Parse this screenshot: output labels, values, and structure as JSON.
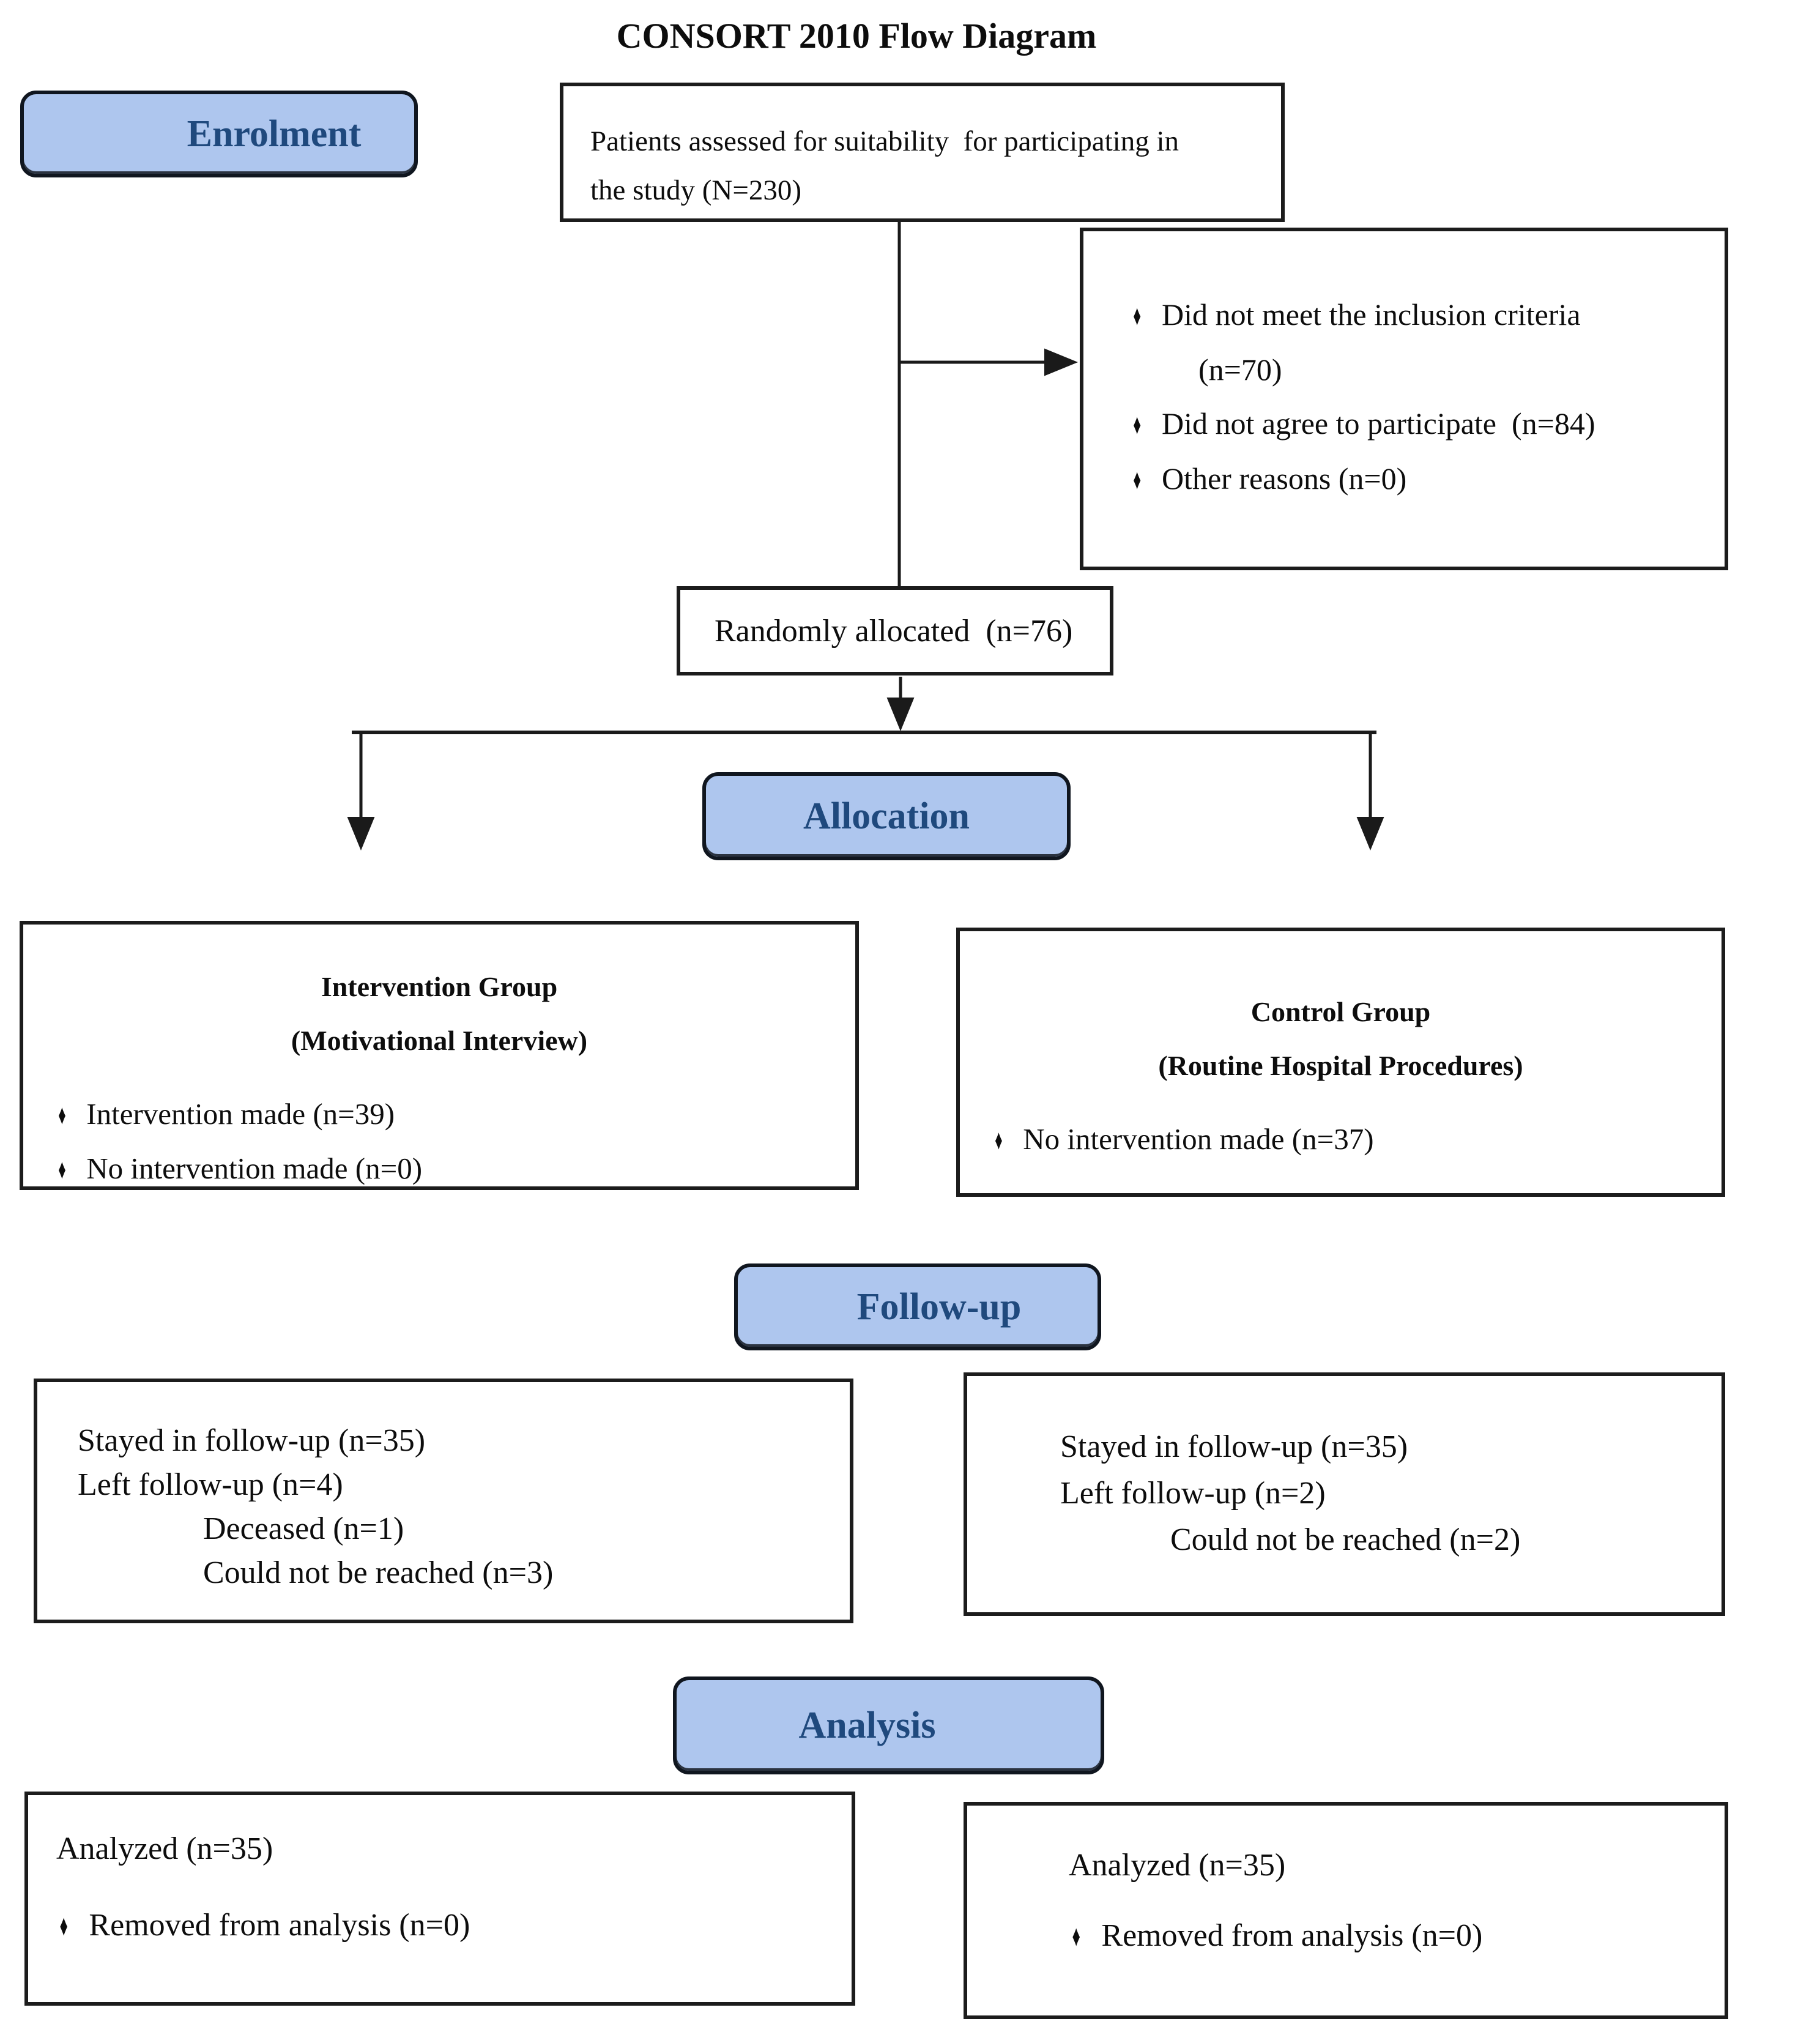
{
  "title": "CONSORT 2010 Flow Diagram",
  "glyphs": {
    "bullet": "♦"
  },
  "colors": {
    "stage_fill": "#aec6ee",
    "stage_text": "#1f497d",
    "line": "#1a1a1a",
    "box_border": "#1c1c1c"
  },
  "stage_labels": {
    "enrolment": "Enrolment",
    "allocation": "Allocation",
    "followup": "Follow-up",
    "analysis": "Analysis"
  },
  "assessed_box": {
    "line1": "Patients assessed for suitability  for participating in",
    "line2": "the study (N=230)"
  },
  "excluded_box": {
    "item1": "Did not meet the inclusion criteria",
    "item1_cont": "(n=70)",
    "item2": "Did not agree to participate  (n=84)",
    "item3": "Other reasons (n=0)"
  },
  "randomized_box": {
    "text": "Randomly allocated  (n=76)"
  },
  "intervention_box": {
    "title1": "Intervention Group",
    "title2": "(Motivational Interview)",
    "item1": "Intervention made (n=39)",
    "item2": "No intervention made (n=0)"
  },
  "control_box": {
    "title1": "Control Group",
    "title2": "(Routine Hospital Procedures)",
    "item1": "No intervention made (n=37)"
  },
  "followup_left_box": {
    "line1": "Stayed in follow-up (n=35)",
    "line2": "Left follow-up (n=4)",
    "line3": "Deceased (n=1)",
    "line4": "Could not be reached (n=3)"
  },
  "followup_right_box": {
    "line1": "Stayed in follow-up (n=35)",
    "line2": "Left follow-up (n=2)",
    "line3": "Could not be reached (n=2)"
  },
  "analysis_left_box": {
    "line1": "Analyzed (n=35)",
    "item1": "Removed from analysis (n=0)"
  },
  "analysis_right_box": {
    "line1": "Analyzed (n=35)",
    "item1": "Removed from analysis (n=0)"
  }
}
